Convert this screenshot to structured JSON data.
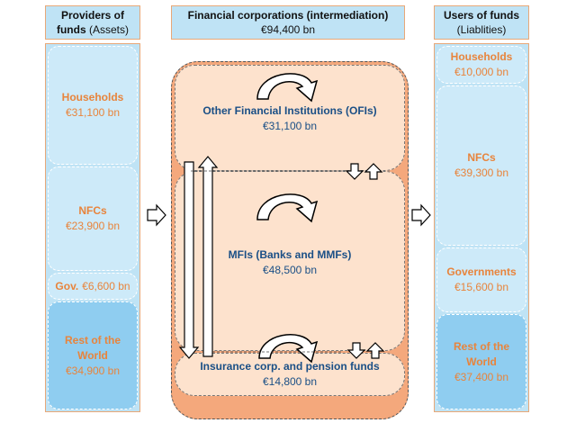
{
  "providers": {
    "header_bold": "Providers of",
    "header_bold2": "funds",
    "header_rest": " (Assets)",
    "blocks": [
      {
        "title": "Households",
        "value": "€31,100 bn"
      },
      {
        "title": "NFCs",
        "value": "€23,900 bn"
      },
      {
        "title": "Gov.",
        "value": "€6,600 bn"
      },
      {
        "title": "Rest of the World",
        "value": "€34,900 bn"
      }
    ]
  },
  "center": {
    "header_title": "Financial corporations (intermediation)",
    "header_value": "€94,400 bn",
    "sections": [
      {
        "title": "Other Financial Institutions (OFIs)",
        "value": "€31,100 bn"
      },
      {
        "title": "MFIs (Banks and MMFs)",
        "value": "€48,500 bn"
      },
      {
        "title": "Insurance corp. and pension funds",
        "value": "€14,800 bn"
      }
    ]
  },
  "users": {
    "header_bold": "Users of funds",
    "header_rest": "(Liablities)",
    "blocks": [
      {
        "title": "Households",
        "value": "€10,000 bn"
      },
      {
        "title": "NFCs",
        "value": "€39,300 bn"
      },
      {
        "title": "Governments",
        "value": "€15,600 bn"
      },
      {
        "title": "Rest of the World",
        "value": "€37,400 bn"
      }
    ]
  },
  "colors": {
    "light_blue": "#cdeaf9",
    "dark_blue": "#8fcdf0",
    "peach": "#fde2cd",
    "orange": "#f4a87c",
    "label_orange": "#e8843c",
    "label_navy": "#1a4f86"
  }
}
